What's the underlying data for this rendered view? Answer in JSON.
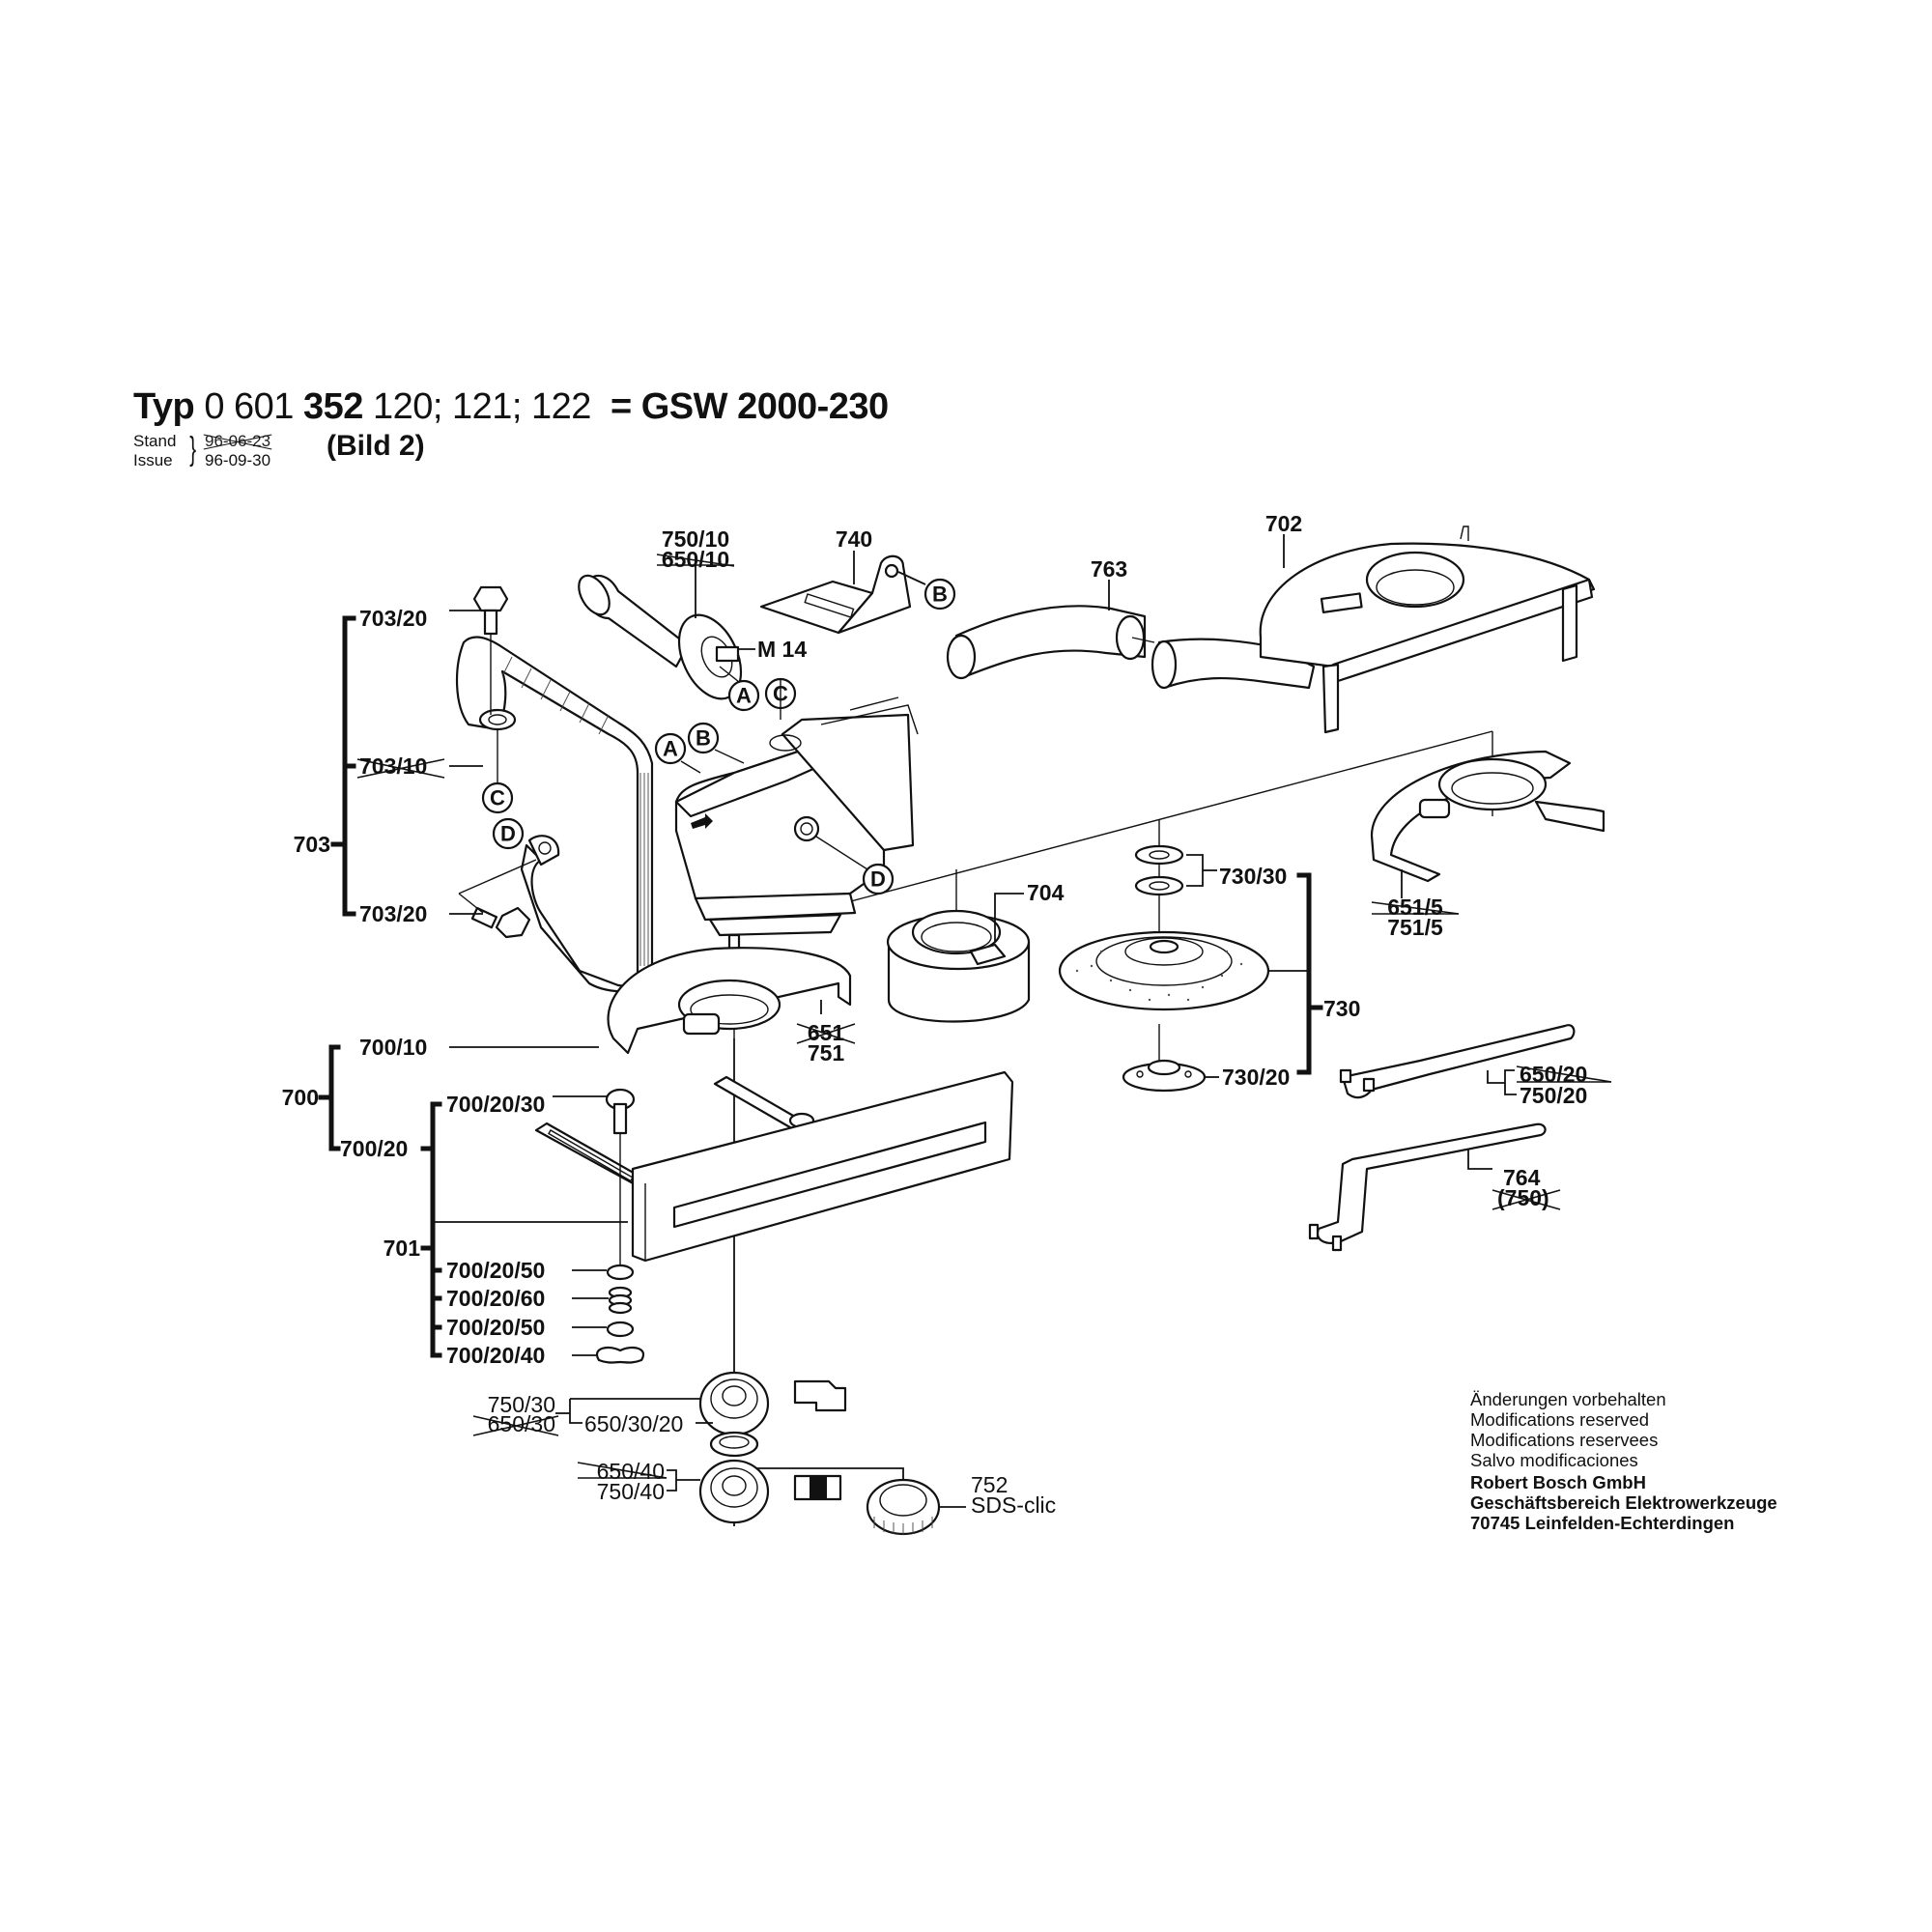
{
  "header": {
    "typ_label": "Typ",
    "number_prefix": "0 601",
    "number_bold": "352",
    "variants": "120; 121; 122",
    "model": "= GSW 2000-230",
    "stand_label": "Stand",
    "issue_label": "Issue",
    "stand_date_struck": "96-06-23",
    "issue_date": "96-09-30",
    "figure": "(Bild 2)"
  },
  "parts": {
    "p750_10": "750/10",
    "p650_10_struck": "650/10",
    "p740": "740",
    "p763": "763",
    "p702": "702",
    "p703_20_top": "703/20",
    "p703_10_struck": "703/10",
    "p703": "703",
    "p703_20_bottom": "703/20",
    "m14": "M 14",
    "p704": "704",
    "p730_30": "730/30",
    "p730": "730",
    "p730_20": "730/20",
    "p651_5_struck": "651/5",
    "p751_5": "751/5",
    "p651_struck": "651",
    "p751": "751",
    "p700_10": "700/10",
    "p700": "700",
    "p700_20": "700/20",
    "p700_20_30": "700/20/30",
    "p701": "701",
    "p700_20_50_a": "700/20/50",
    "p700_20_60": "700/20/60",
    "p700_20_50_b": "700/20/50",
    "p700_20_40": "700/20/40",
    "p650_20_struck": "650/20",
    "p750_20": "750/20",
    "p764": "764",
    "p750_paren_struck": "(750)",
    "p750_30": "750/30",
    "p650_30_struck": "650/30",
    "p650_30_20": "650/30/20",
    "p650_40_struck": "650/40",
    "p750_40": "750/40",
    "p752": "752",
    "sds_clic": "SDS-clic"
  },
  "refs": {
    "a1": "A",
    "c1": "C",
    "a2": "A",
    "b1": "B",
    "b2": "B",
    "c2": "C",
    "d1": "D",
    "d2": "D"
  },
  "notice": {
    "lines": [
      "Änderungen vorbehalten",
      "Modifications reserved",
      "Modifications reservees",
      "Salvo modificaciones"
    ],
    "company": "Robert Bosch GmbH",
    "division": "Geschäftsbereich Elektrowerkzeuge",
    "address": "70745 Leinfelden-Echterdingen"
  }
}
